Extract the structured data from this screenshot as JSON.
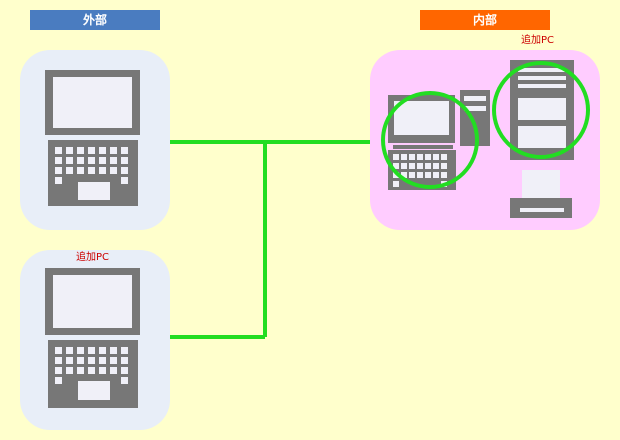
{
  "groups": {
    "outside": {
      "label": "外部",
      "color": "#4a7cc0"
    },
    "inside": {
      "label": "内部",
      "color": "#ff6600"
    }
  },
  "annotations": {
    "laptop_added": "追加PC",
    "server_added": "追加PC",
    "color": "#cc0000"
  },
  "colors": {
    "background": "#ffffcc",
    "outside_panel": "#e8eef8",
    "inside_panel": "#ffccff",
    "network_line": "#22dd22",
    "highlight_circle": "#22dd22",
    "device": "#777777",
    "screen": "#f0f0f8"
  }
}
